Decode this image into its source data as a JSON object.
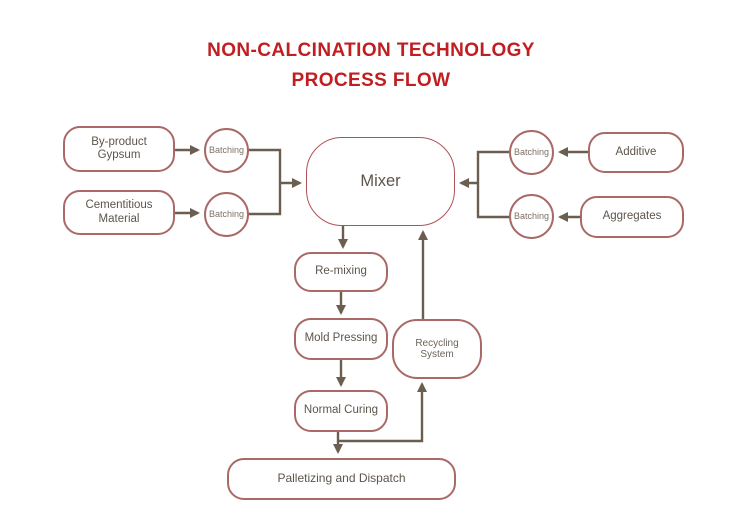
{
  "title": {
    "line1": "NON-CALCINATION TECHNOLOGY",
    "line2": "PROCESS FLOW"
  },
  "colors": {
    "title_red": "#C11E22",
    "node_border": "#A86967",
    "mixer_border": "#AF5257",
    "arrow": "#6B5E51",
    "node_text": "#5D554B",
    "background": "#FFFFFF"
  },
  "nodes": {
    "by_product_gypsum": "By-product Gypsum",
    "cementitious_material": "Cementitious Material",
    "batching_left_top": "Batching",
    "batching_left_bottom": "Batching",
    "mixer": "Mixer",
    "batching_right_top": "Batching",
    "batching_right_bottom": "Batching",
    "additive": "Additive",
    "aggregates": "Aggregates",
    "re_mixing": "Re-mixing",
    "mold_pressing": "Mold Pressing",
    "recycling_system": "Recycling System",
    "normal_curing": "Normal Curing",
    "palletizing_and_dispatch": "Palletizing and Dispatch"
  },
  "edges": [
    {
      "from": "By-product Gypsum",
      "to": "Batching"
    },
    {
      "from": "Cementitious Material",
      "to": "Batching"
    },
    {
      "from": "Batching (left pair)",
      "to": "Mixer"
    },
    {
      "from": "Additive",
      "to": "Batching"
    },
    {
      "from": "Aggregates",
      "to": "Batching"
    },
    {
      "from": "Batching (right pair)",
      "to": "Mixer"
    },
    {
      "from": "Mixer",
      "to": "Re-mixing"
    },
    {
      "from": "Re-mixing",
      "to": "Mold Pressing"
    },
    {
      "from": "Mold Pressing",
      "to": "Normal Curing"
    },
    {
      "from": "Normal Curing",
      "to": "Palletizing and Dispatch"
    },
    {
      "from": "Normal Curing",
      "to": "Recycling System"
    },
    {
      "from": "Recycling System",
      "to": "Mixer"
    }
  ]
}
